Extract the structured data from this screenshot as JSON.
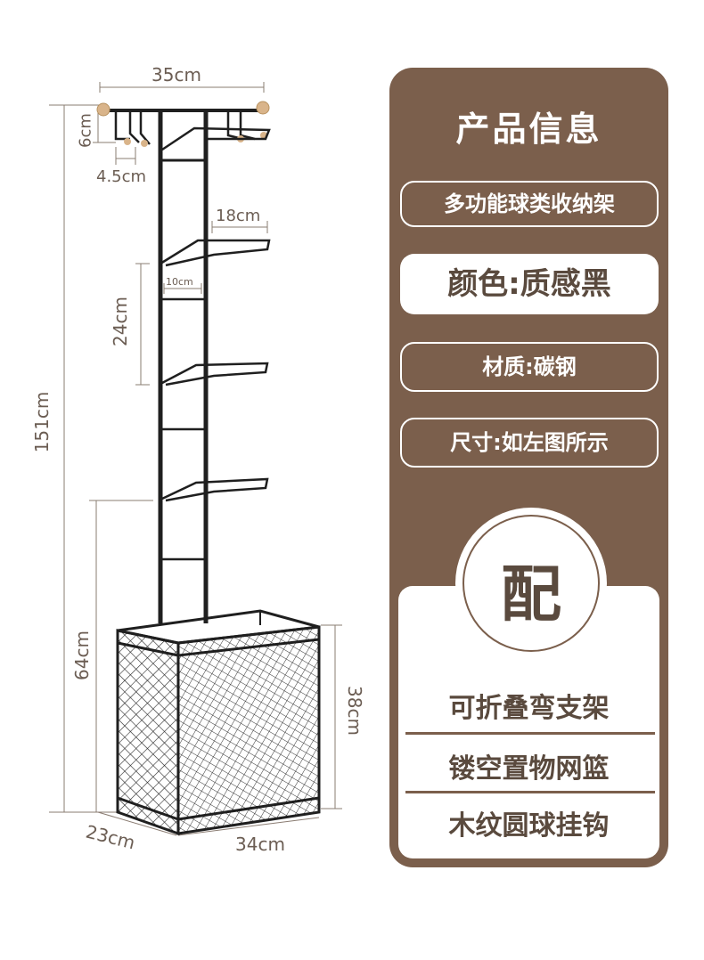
{
  "dimensions": {
    "width_top": "35cm",
    "hook_height": "6cm",
    "hook_gap": "4.5cm",
    "arm_length": "18cm",
    "arm_spacing": "10cm",
    "arm_vertical_gap": "24cm",
    "total_height": "151cm",
    "basket_elevation": "64cm",
    "basket_height": "38cm",
    "basket_depth": "23cm",
    "basket_width": "34cm"
  },
  "panel": {
    "title": "产品信息",
    "name": "多功能球类收纳架",
    "color": "颜色:质感黑",
    "material": "材质:碳钢",
    "size": "尺寸:如左图所示",
    "badge": "配",
    "features": [
      "可折叠弯支架",
      "镂空置物网篮",
      "木纹圆球挂钩"
    ]
  },
  "colors": {
    "panel_bg": "#7b5f4c",
    "panel_text": "#ffffff",
    "dark_text": "#5a4a3e",
    "frame": "#1f1f1f",
    "wood": "#d9b48a"
  }
}
